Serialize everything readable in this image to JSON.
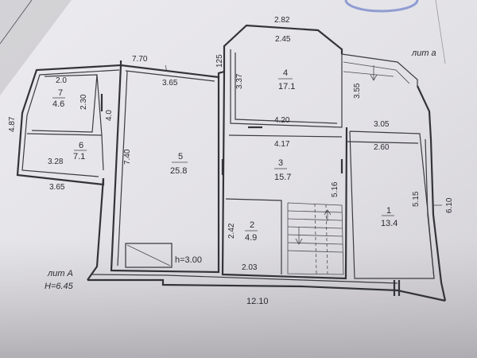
{
  "plan": {
    "lit_a_small": "лит a",
    "lit_a_main": "лит А",
    "height_total": "H=6.45",
    "ceiling_height": "h=3.00",
    "total_width": "12.10"
  },
  "rooms": [
    {
      "id": "1",
      "number": "1",
      "area": "13.4"
    },
    {
      "id": "2",
      "number": "2",
      "area": "4.9"
    },
    {
      "id": "3",
      "number": "3",
      "area": "15.7"
    },
    {
      "id": "4",
      "number": "4",
      "area": "17.1"
    },
    {
      "id": "5",
      "number": "5",
      "area": "25.8"
    },
    {
      "id": "6",
      "number": "6",
      "area": "7.1"
    },
    {
      "id": "7",
      "number": "7",
      "area": "4.6"
    }
  ],
  "dimensions": {
    "d_282": "2.82",
    "d_245": "2.45",
    "d_770": "7.70",
    "d_125": "125",
    "d_365_top": "3.65",
    "d_337": "3.37",
    "d_20": "2.0",
    "d_230": "2.30",
    "d_40": "4.0",
    "d_487": "4.87",
    "d_420": "4.20",
    "d_417": "4.17",
    "d_355": "3.55",
    "d_305": "3.05",
    "d_260": "2.60",
    "d_328": "3.28",
    "d_365_left": "3.65",
    "d_740": "7.40",
    "d_516": "5.16",
    "d_515": "5.15",
    "d_610": "6.10",
    "d_242": "2.42",
    "d_203": "2.03"
  }
}
